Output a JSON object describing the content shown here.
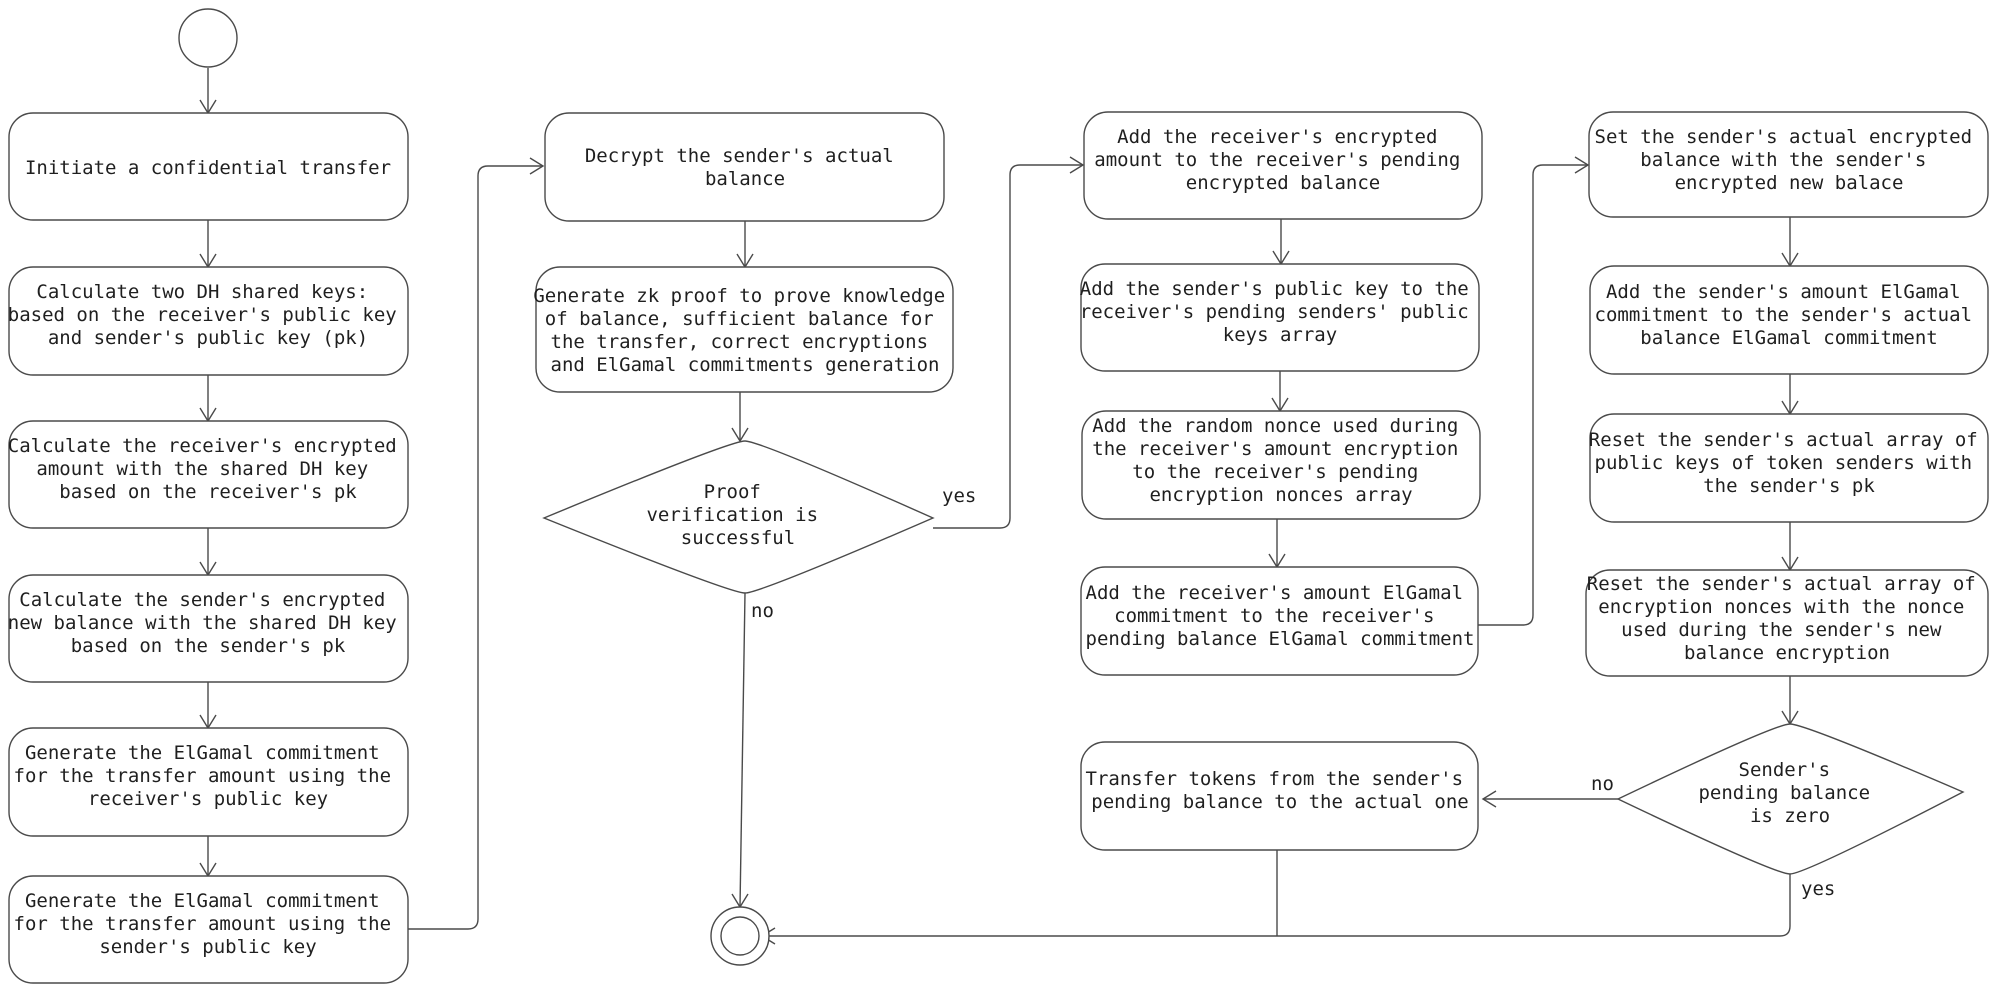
{
  "diagram": {
    "nodes": {
      "initiate": "Initiate a confidential transfer",
      "dh_keys": [
        "Calculate two DH shared keys:",
        "based on the receiver's public key",
        "and sender's public key (pk)"
      ],
      "receiver_amount": [
        "Calculate the receiver's encrypted",
        "amount with the shared DH key",
        "based on the receiver's pk"
      ],
      "sender_balance": [
        "Calculate the sender's encrypted",
        "new balance with the shared DH key",
        "based on the sender's pk"
      ],
      "commit_receiver": [
        "Generate the ElGamal commitment",
        "for the transfer amount using the",
        "receiver's public key"
      ],
      "commit_sender": [
        "Generate the ElGamal commitment",
        "for the transfer amount using the",
        "sender's public key"
      ],
      "decrypt": [
        "Decrypt the sender's actual",
        "balance"
      ],
      "zk_proof": [
        "Generate zk proof to prove knowledge",
        "of balance, sufficient balance for",
        "the transfer, correct encryptions",
        "and ElGamal commitments generation"
      ],
      "proof_decision": [
        "Proof",
        "verification is",
        "successful"
      ],
      "add_pending": [
        "Add the receiver's encrypted",
        "amount to the receiver's pending",
        "encrypted balance"
      ],
      "add_pubkey": [
        "Add the sender's public key to the",
        "receiver's pending senders' public",
        "keys array"
      ],
      "add_nonce": [
        "Add the random nonce used during",
        "the receiver's amount encryption",
        "to the receiver's pending",
        "encryption nonces array"
      ],
      "add_commitment": [
        "Add the receiver's amount ElGamal",
        "commitment to the receiver's",
        "pending balance ElGamal commitment"
      ],
      "set_balance": [
        "Set the sender's actual encrypted",
        "balance with the sender's",
        "encrypted new balace"
      ],
      "add_sender_commit": [
        "Add the sender's amount ElGamal",
        "commitment to the sender's actual",
        "balance ElGamal commitment"
      ],
      "reset_keys": [
        "Reset the sender's actual array of",
        "public keys of token senders with",
        "the sender's pk"
      ],
      "reset_nonces": [
        "Reset the sender's actual array of",
        "encryption nonces with the nonce",
        "used during the sender's new",
        "balance encryption"
      ],
      "pending_decision": [
        "Sender's",
        "pending balance",
        "is zero"
      ],
      "transfer_tokens": [
        "Transfer tokens from the sender's",
        "pending balance to the actual one"
      ]
    },
    "edge_labels": {
      "proof_yes": "yes",
      "proof_no": "no",
      "pending_no": "no",
      "pending_yes": "yes"
    }
  }
}
